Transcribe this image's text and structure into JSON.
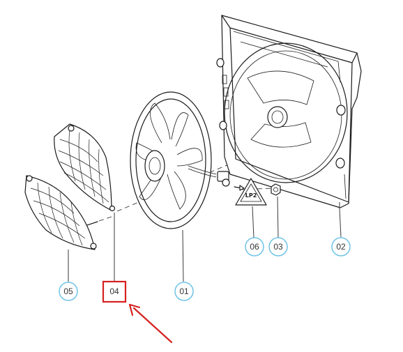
{
  "callouts": [
    {
      "id": "01",
      "label": "01"
    },
    {
      "id": "02",
      "label": "02"
    },
    {
      "id": "03",
      "label": "03"
    },
    {
      "id": "04",
      "label": "04"
    },
    {
      "id": "05",
      "label": "05"
    },
    {
      "id": "06",
      "label": "06"
    }
  ],
  "highlighted": "04",
  "colors": {
    "callout_ring": "#6ec3e6",
    "highlight": "#d62020",
    "arrow": "#d62020",
    "line": "#1a1a1a"
  },
  "warning_label": {
    "text": "LP2"
  }
}
